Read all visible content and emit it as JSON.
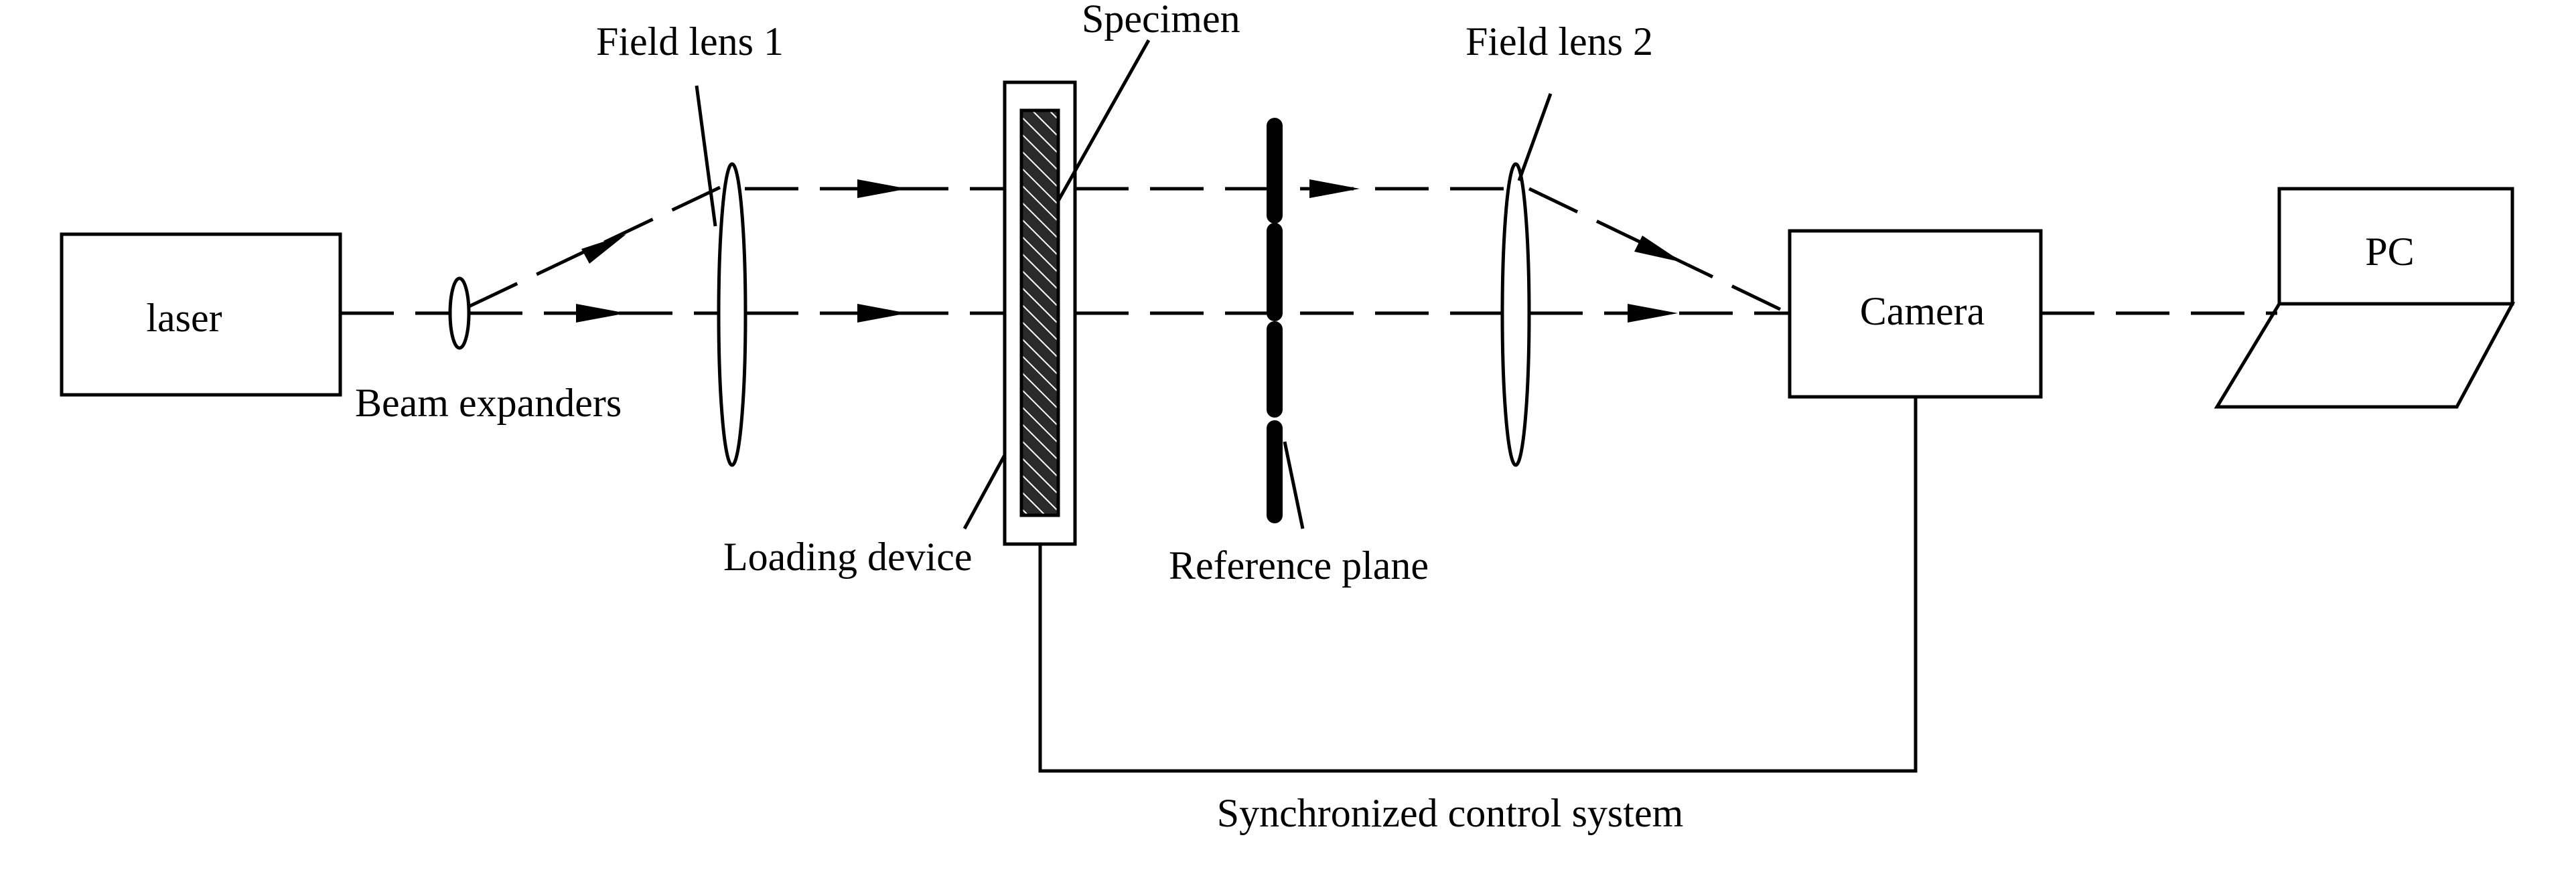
{
  "labels": {
    "laser": "laser",
    "beam_expanders": "Beam expanders",
    "field_lens_1": "Field lens 1",
    "specimen": "Specimen",
    "loading_device": "Loading device",
    "reference_plane": "Reference plane",
    "field_lens_2": "Field lens 2",
    "camera": "Camera",
    "pc": "PC",
    "synchronized_control_system": "Synchronized control system"
  },
  "colors": {
    "stroke": "#000000",
    "specimen_fill": "#2a2a2a",
    "background": "#ffffff"
  }
}
